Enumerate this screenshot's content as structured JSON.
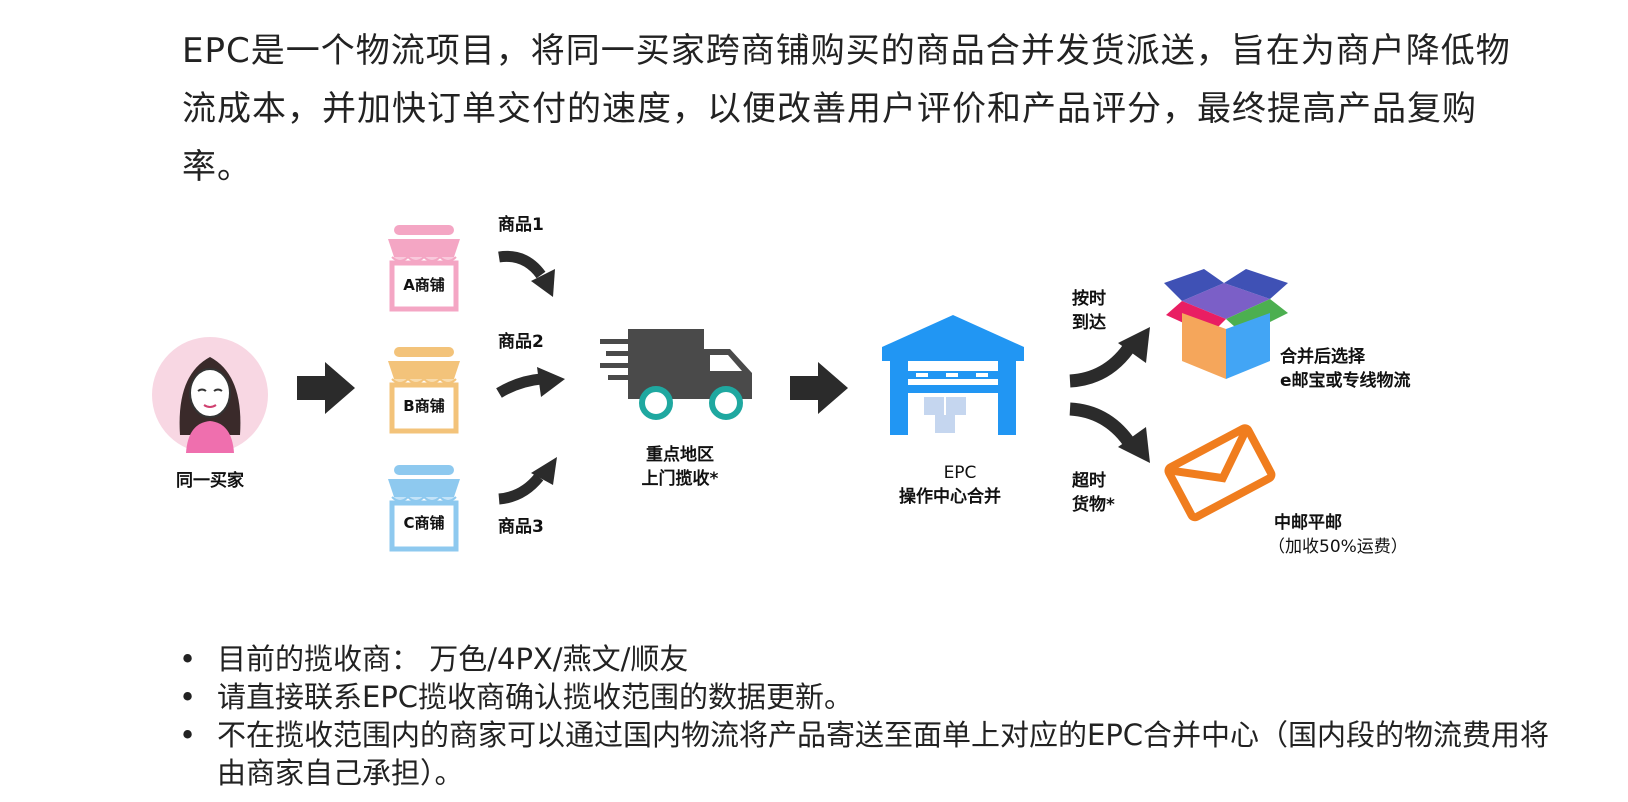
{
  "intro": {
    "text": "EPC是一个物流项目，将同一买家跨商铺购买的商品合并发货派送，旨在为商户降低物流成本，并加快订单交付的速度，以便改善用户评价和产品评分，最终提高产品复购率。"
  },
  "diagram": {
    "buyer_label": "同一买家",
    "shops": [
      {
        "label": "A商铺",
        "item_label": "商品1",
        "color": "#f4a6c4"
      },
      {
        "label": "B商铺",
        "item_label": "商品2",
        "color": "#f3c37a"
      },
      {
        "label": "C商铺",
        "item_label": "商品3",
        "color": "#8ec9ef"
      }
    ],
    "truck_label_line1": "重点地区",
    "truck_label_line2": "上门揽收*",
    "warehouse_label_line1": "EPC",
    "warehouse_label_line2": "操作中心合并",
    "branch_ontime_line1": "按时",
    "branch_ontime_line2": "到达",
    "branch_late_line1": "超时",
    "branch_late_line2": "货物*",
    "box_label_line1": "合并后选择",
    "box_label_line2": "e邮宝或专线物流",
    "mail_label_line1": "中邮平邮",
    "mail_label_line2": "（加收50%运费）",
    "colors": {
      "arrow": "#2b2b2b",
      "truck": "#4a4a4a",
      "wheel": "#1fa8a0",
      "warehouse": "#2196f3",
      "mail": "#f07d1e"
    }
  },
  "bullets": [
    "目前的揽收商： 万色/4PX/燕文/顺友",
    "请直接联系EPC揽收商确认揽收范围的数据更新。",
    "不在揽收范围内的商家可以通过国内物流将产品寄送至面单上对应的EPC合并中心（国内段的物流费用将由商家自己承担）。"
  ]
}
